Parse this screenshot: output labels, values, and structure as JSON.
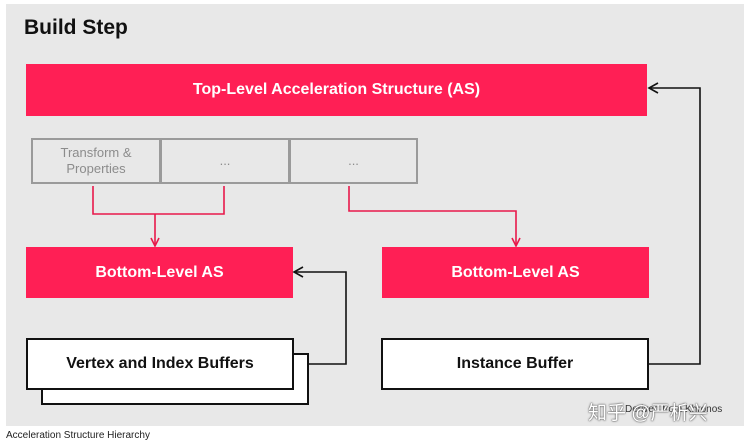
{
  "title": "Build Step",
  "tlas_label": "Top-Level Acceleration Structure (AS)",
  "instance_cells": [
    "Transform & Properties",
    "...",
    "..."
  ],
  "blas_left_label": "Bottom-Level AS",
  "blas_right_label": "Bottom-Level AS",
  "vertex_index_label": "Vertex and Index Buffers",
  "instance_buffer_label": "Instance Buffer",
  "credit": "Derived from Khronos",
  "watermark": "知乎 @严析兴",
  "caption": "Acceleration Structure Hierarchy",
  "colors": {
    "accent": "#ff1f55",
    "panel": "#e8e8e8",
    "arrow_red": "#e8194b",
    "arrow_black": "#111111"
  }
}
